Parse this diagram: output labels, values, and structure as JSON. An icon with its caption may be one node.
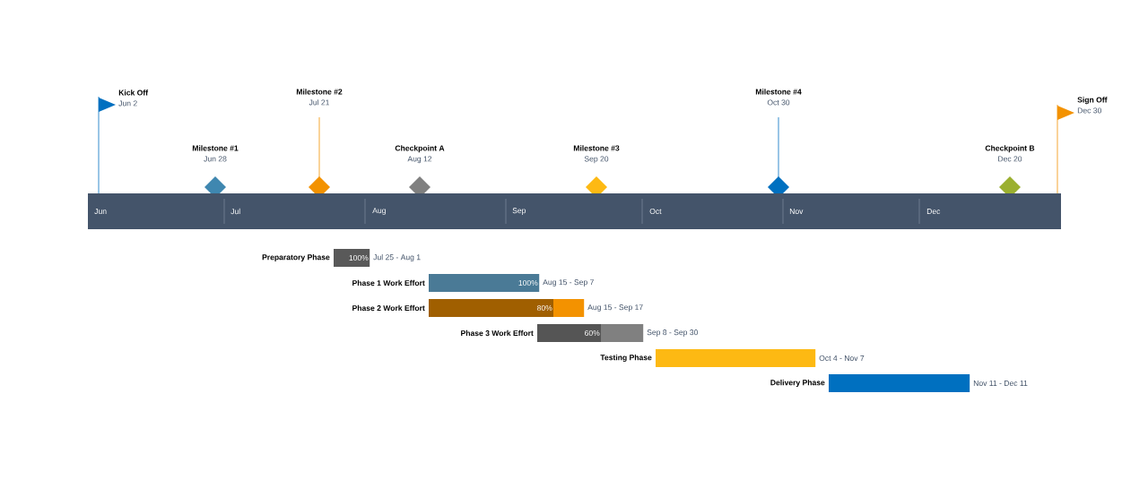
{
  "diagram": {
    "nodes": [
      {
        "text": [
          "Kick Off",
          "Jun 2"
        ]
      },
      {
        "text": [
          "Milestone #1",
          "Jun 28"
        ]
      },
      {
        "text": [
          "Milestone #2",
          "Jul 21"
        ]
      },
      {
        "text": [
          "Checkpoint  A",
          "Aug 12"
        ]
      },
      {
        "text": [
          "Milestone #3",
          "Sep 20"
        ]
      },
      {
        "text": [
          "Milestone #4",
          "Oct 30"
        ]
      },
      {
        "text": [
          "Checkpoint  B",
          "Dec 20"
        ]
      },
      {
        "text": [
          "Sign Off",
          "Dec 30"
        ]
      },
      {
        "text": [
          "100%"
        ],
        "beside": [
          "Preparatory Phase",
          "Jul 25 - Aug 1"
        ]
      },
      {
        "text": [
          "100%"
        ],
        "beside": [
          "Phase 1 Work Effort",
          "Aug 15 - Sep 7"
        ]
      },
      {
        "text": [
          "80%"
        ],
        "beside": [
          "Phase 2 Work Effort",
          "Aug 15 - Sep 17"
        ]
      },
      {
        "text": [
          "60%"
        ],
        "beside": [
          "Phase 3 Work Effort",
          "Sep 8 - Sep 30"
        ]
      },
      {
        "text": [],
        "shape": "bar",
        "beside": [
          "Testing Phase",
          "Oct 4 - Nov 7"
        ]
      },
      {
        "text": [],
        "shape": "bar",
        "beside": [
          "Delivery Phase",
          "Nov 11 - Dec 11"
        ]
      }
    ],
    "labels": [
      "Jun",
      "Jul",
      "Aug",
      "Sep",
      "Oct",
      "Nov",
      "Dec"
    ]
  }
}
